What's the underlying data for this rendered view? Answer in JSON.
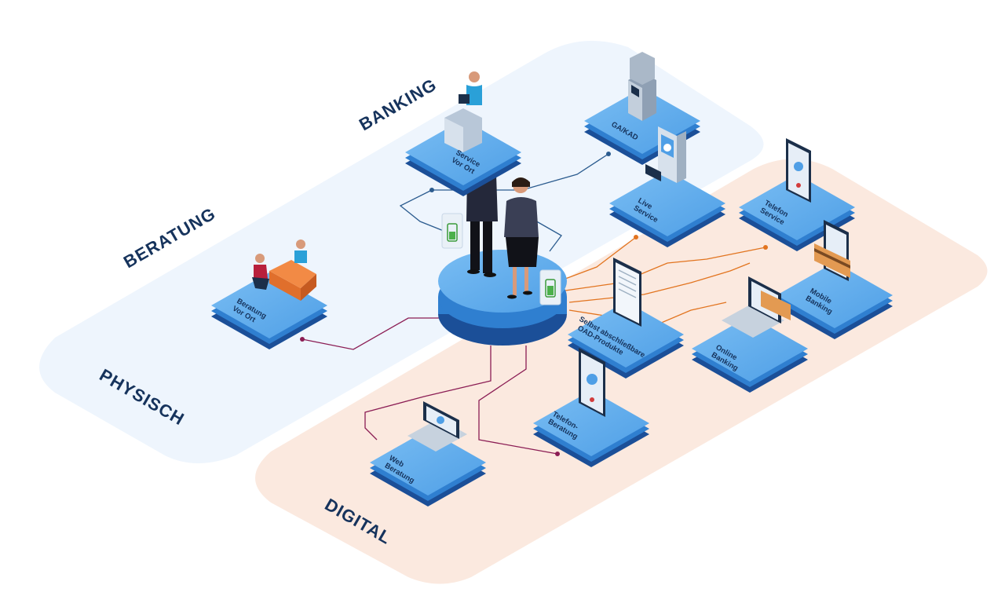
{
  "zones": {
    "banking": "BANKING",
    "beratung": "BERATUNG",
    "physisch": "PHYSISCH",
    "digital": "DIGITAL"
  },
  "nodes": {
    "service_vor_ort": [
      "Service",
      "Vor Ort"
    ],
    "ga_kad": [
      "GA/KAD"
    ],
    "live_service": [
      "Live",
      "Service"
    ],
    "telefon_service": [
      "Telefon",
      "Service"
    ],
    "mobile_banking": [
      "Mobile",
      "Banking"
    ],
    "online_banking": [
      "Online",
      "Banking"
    ],
    "oad_produkte": [
      "Selbst abschließbare",
      "OAD-Produkte"
    ],
    "telefon_beratung": [
      "Telefon-",
      "Beratung"
    ],
    "web_beratung": [
      "Web",
      "Beratung"
    ],
    "beratung_vor_ort": [
      "Beratung",
      "Vor Ort"
    ]
  },
  "colors": {
    "physical_zone": "#eef5fd",
    "digital_zone": "#fbe9df",
    "platform_top": "#62aeed",
    "platform_side": "#2f7fd0",
    "platform_dark": "#1b4f98",
    "banking_line": "#2c5c8f",
    "beratung_line": "#8b1d54",
    "digital_line": "#e2741f",
    "label": "#16335c"
  }
}
